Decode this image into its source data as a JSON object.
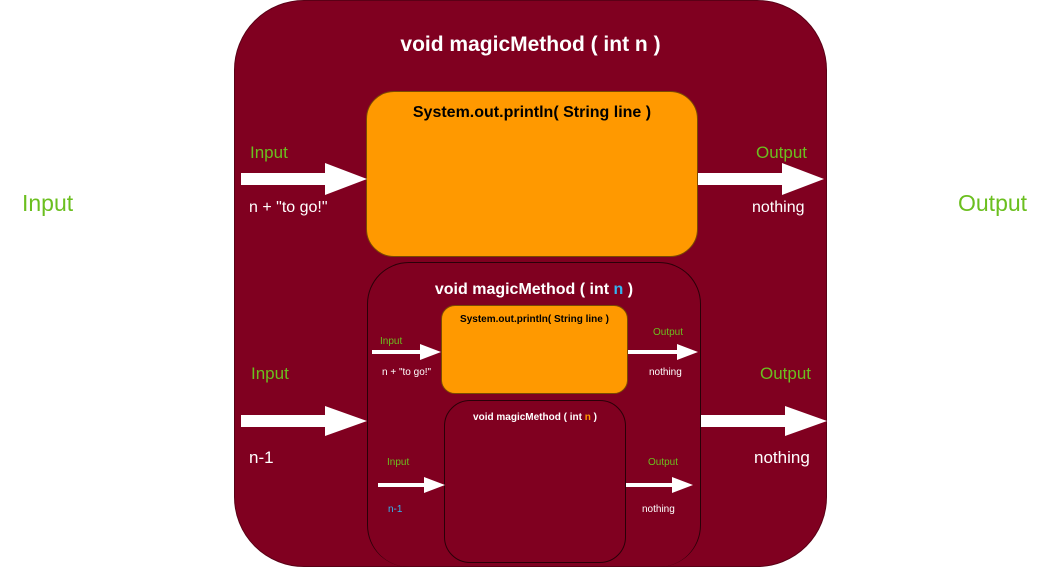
{
  "outer": {
    "title": "void magicMethod ( int n )",
    "side_input": "Input",
    "side_output": "Output"
  },
  "level1": {
    "print_title": "System.out.println( String line )",
    "input_label": "Input",
    "input_value": "n + \"to go!\"",
    "output_label": "Output",
    "output_value": "nothing",
    "recursive_input_label": "Input",
    "recursive_input_value": "n-1",
    "recursive_output_label": "Output",
    "recursive_output_value": "nothing"
  },
  "level2": {
    "title_prefix": "void magicMethod ( int ",
    "title_param": "n",
    "title_suffix": " )",
    "print_title": "System.out.println( String line )",
    "input_label": "Input",
    "input_value": "n + \"to go!\"",
    "output_label": "Output",
    "output_value": "nothing",
    "recursive_input_label": "Input",
    "recursive_input_value": "n-1",
    "recursive_output_label": "Output",
    "recursive_output_value": "nothing"
  },
  "level3": {
    "title_prefix": "void magicMethod ( int ",
    "title_param": "n",
    "title_suffix": " )"
  },
  "colors": {
    "method_box": "#800020",
    "print_box": "#ff9900",
    "label_green": "#6bbf1f",
    "param_blue": "#33b5f0",
    "param_orange": "#ff9900"
  }
}
